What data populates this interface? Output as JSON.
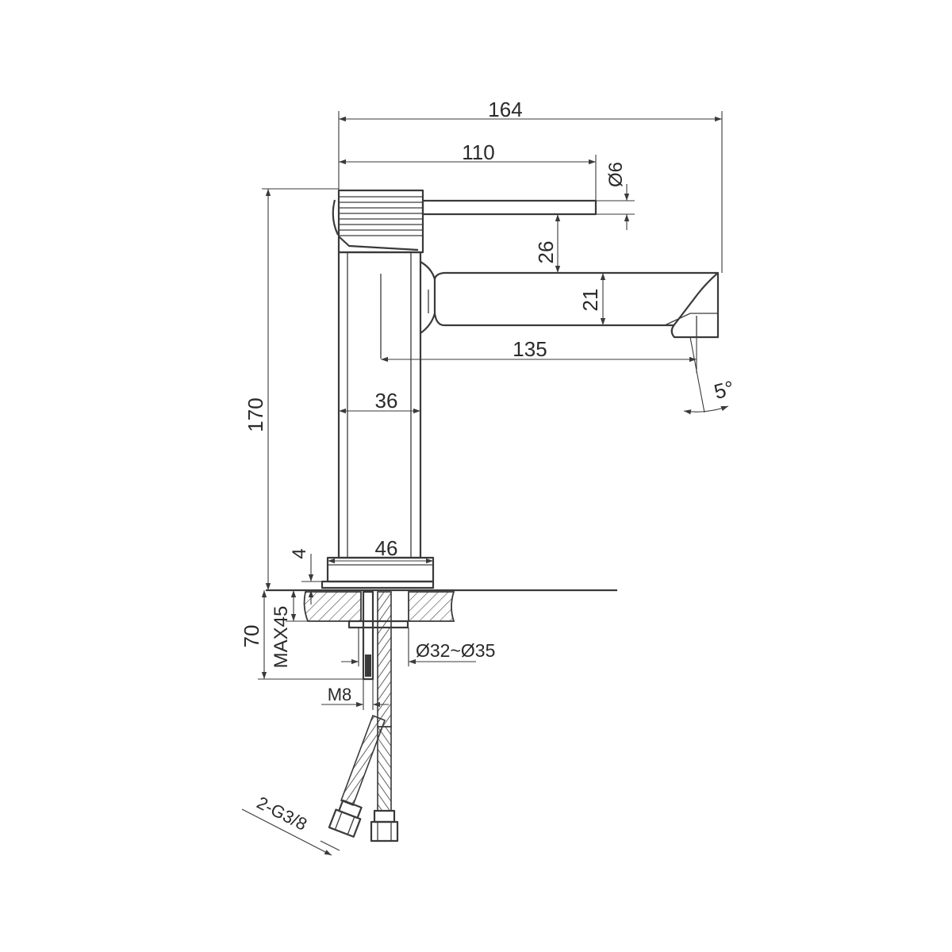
{
  "diagram": {
    "product": "single-lever basin faucet, side elevation",
    "dimensions": {
      "overall_reach": "164",
      "handle_reach": "110",
      "handle_diameter": "Ø6",
      "handle_to_spout": "26",
      "spout_height": "21",
      "spout_projection": "135",
      "body_width": "36",
      "base_width": "46",
      "base_thickness": "4",
      "total_height": "170",
      "deck_thickness": "MAX45",
      "under_deck_length": "70",
      "hole_diameter": "Ø32~Ø35",
      "stud_thread": "M8",
      "hose_connection": "2-G3/8",
      "outlet_angle": "5°"
    },
    "colors": {
      "line": "#3a3a3a",
      "text": "#2a2a2a",
      "background": "#ffffff"
    }
  }
}
